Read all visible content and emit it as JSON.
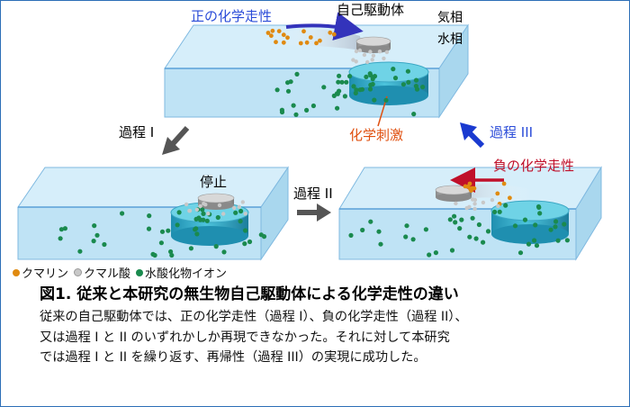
{
  "labels": {
    "positive_chemotaxis": "正の化学走性",
    "artificial_motor": "自己駆動体",
    "gas_phase": "気相",
    "water_phase": "水相",
    "process_1": "過程 I",
    "chemical_stimulus": "化学刺激",
    "process_3": "過程 III",
    "stop": "停止",
    "process_2": "過程 II",
    "negative_chemotaxis": "負の化学走性"
  },
  "legend": {
    "coumarin": "クマリン",
    "coumaric_acid": "クマル酸",
    "hydroxide_ion": "水酸化物イオン"
  },
  "caption": {
    "title": "図1. 従来と本研究の無生物自己駆動体による化学走性の違い",
    "lines": [
      "従来の自己駆動体では、正の化学走性（過程 I）、負の化学走性（過程 II）、",
      "又は過程 I と II のいずれかしか再現できなかった。それに対して本研究",
      "では過程 I と II を繰り返す、再帰性（過程 III）の実現に成功した。"
    ]
  },
  "colors": {
    "coumarin": "#e08a10",
    "coumaric_acid": "#c8c8c8",
    "hydroxide_ion": "#1a8a4e",
    "positive_arrow": "#3333bb",
    "negative_arrow": "#c0102a",
    "process_arrow_gray": "#555555",
    "process_arrow_blue": "#1a3ad0",
    "stimulus_text": "#e05010",
    "water": "#bfe3f5"
  }
}
